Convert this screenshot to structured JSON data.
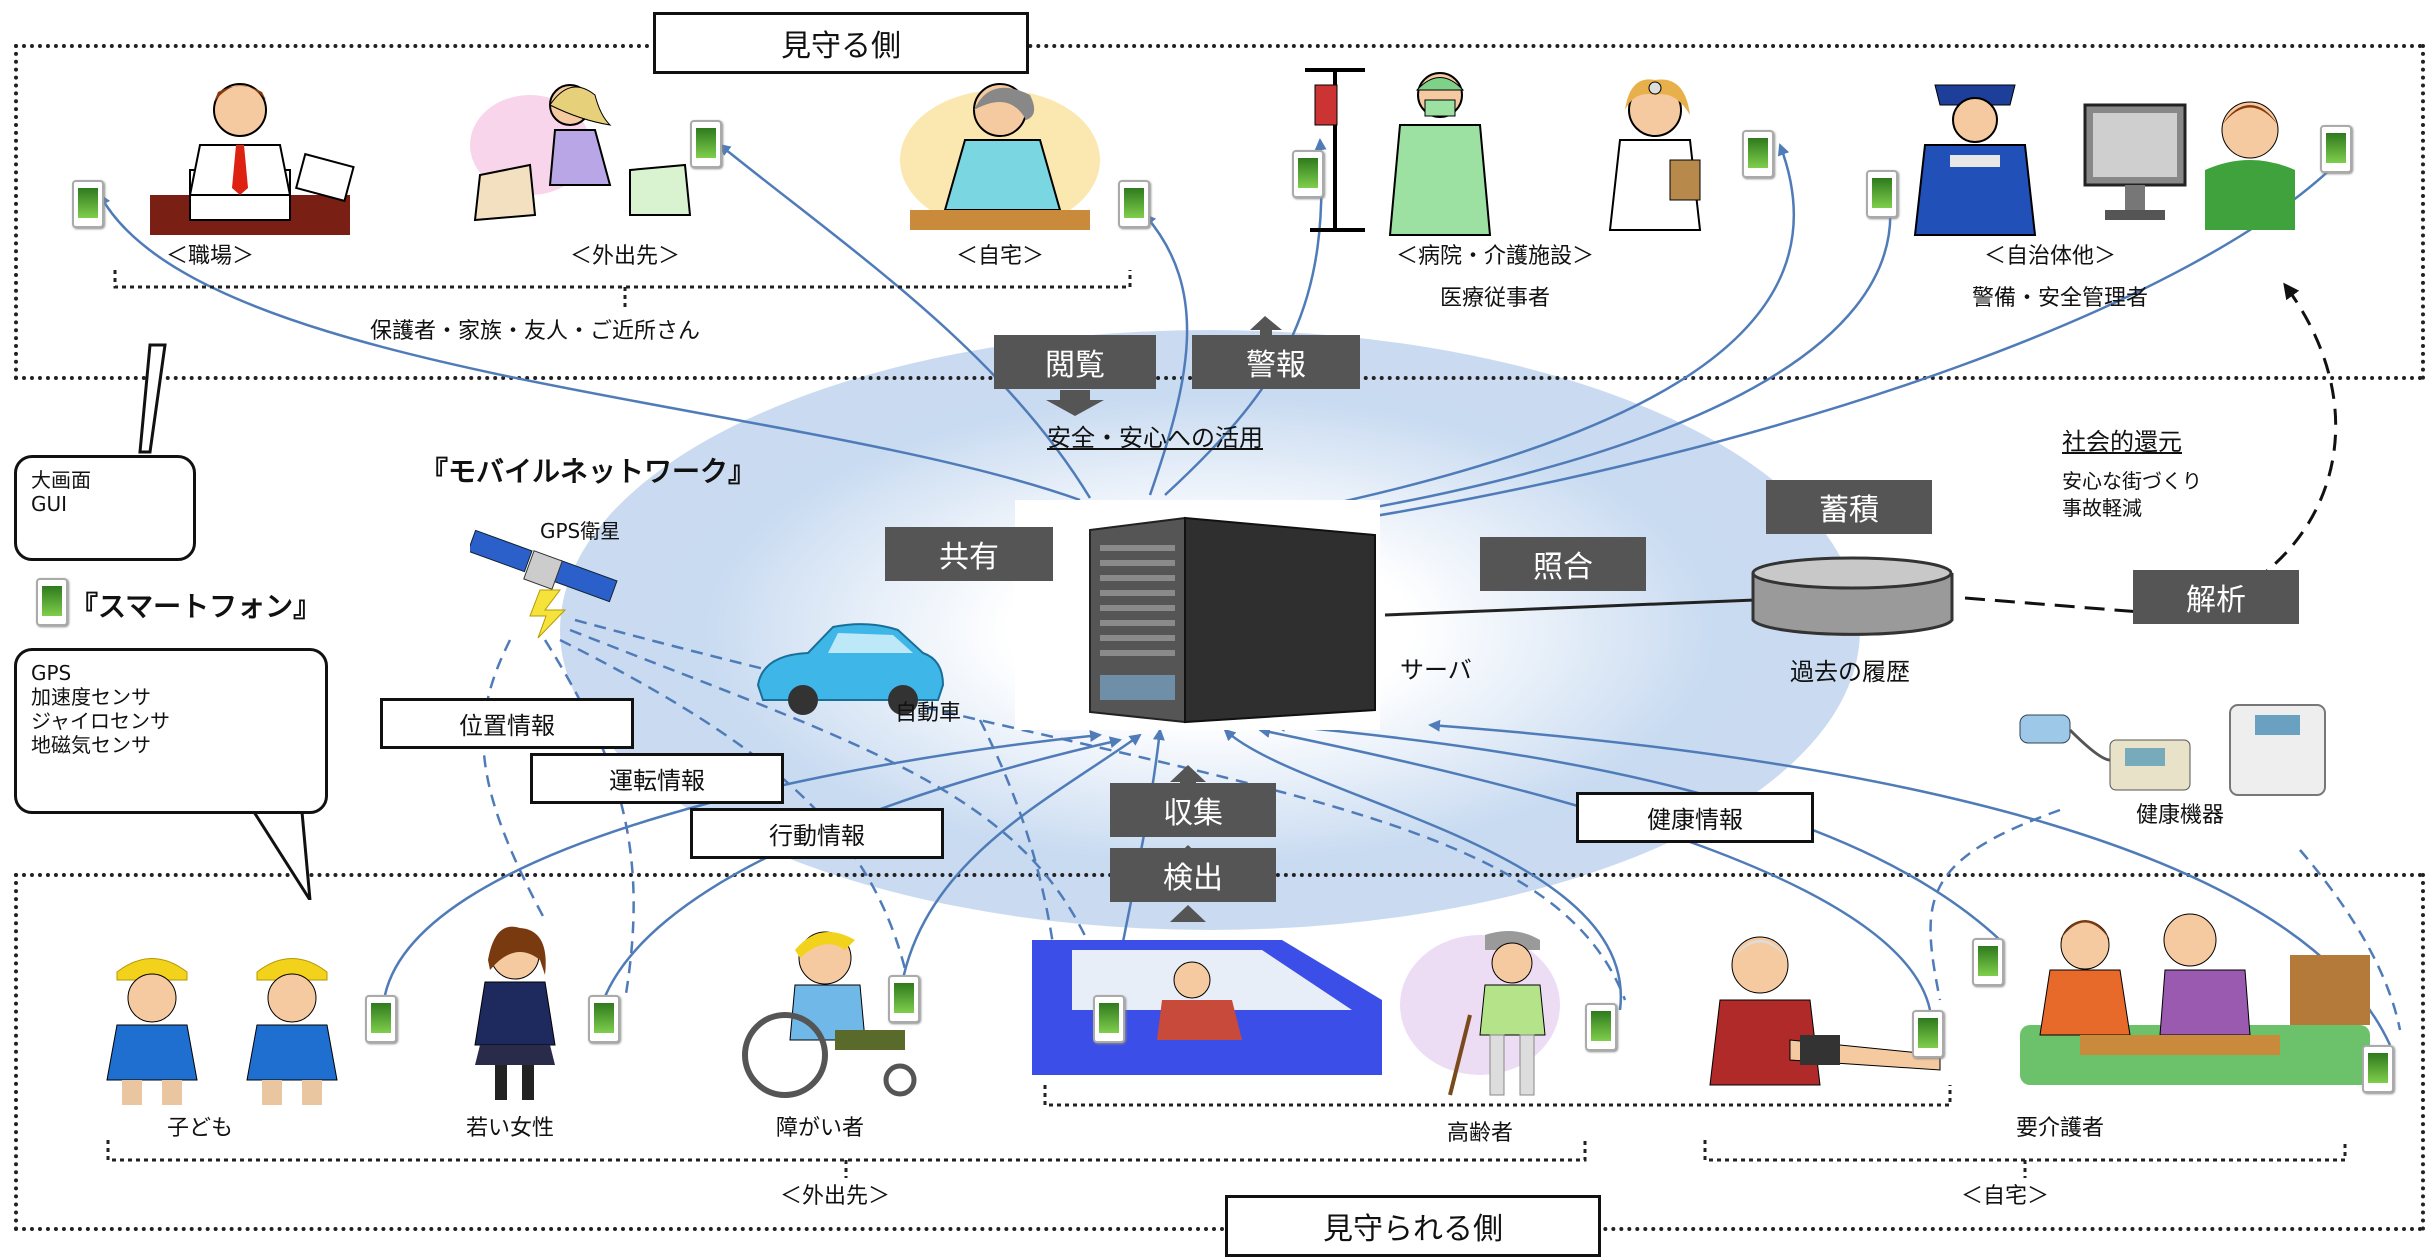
{
  "top_title": "見守る側",
  "bottom_title": "見守られる側",
  "watchers": {
    "workplace": "＜職場＞",
    "outing": "＜外出先＞",
    "home": "＜自宅＞",
    "hospital": "＜病院・介護施設＞",
    "medical_staff": "医療従事者",
    "municipality": "＜自治体他＞",
    "security": "警備・安全管理者",
    "family_group": "保護者・家族・友人・ご近所さん"
  },
  "bubble_top": "大画面\nGUI",
  "smartphone_title": "『スマートフォン』",
  "bubble_sensors": "GPS\n加速度センサ\nジャイロセンサ\n地磁気センサ",
  "mobile_network": "『モバイルネットワーク』",
  "gps_satellite": "GPS衛星",
  "car_label": "自動車",
  "server_label": "サーバ",
  "history_label": "過去の履歴",
  "health_devices": "健康機器",
  "dark_labels": {
    "browse": "閲覧",
    "alert": "警報",
    "share": "共有",
    "collate": "照合",
    "accumulate": "蓄積",
    "collect": "収集",
    "detect": "検出",
    "analyze": "解析"
  },
  "white_labels": {
    "location": "位置情報",
    "driving": "運転情報",
    "behavior": "行動情報",
    "health": "健康情報"
  },
  "safety_use": "安全・安心への活用",
  "social_return": "社会的還元",
  "social_return_items": [
    "安心な街づくり",
    "事故軽減"
  ],
  "watched": {
    "children": "子ども",
    "young_women": "若い女性",
    "disabled": "障がい者",
    "elderly": "高齢者",
    "care_recipients": "要介護者",
    "outing": "＜外出先＞",
    "home": "＜自宅＞"
  },
  "colors": {
    "arrow": "#4f7cb8",
    "dark_label": "#555555",
    "cloud": "#a8c4e6"
  }
}
